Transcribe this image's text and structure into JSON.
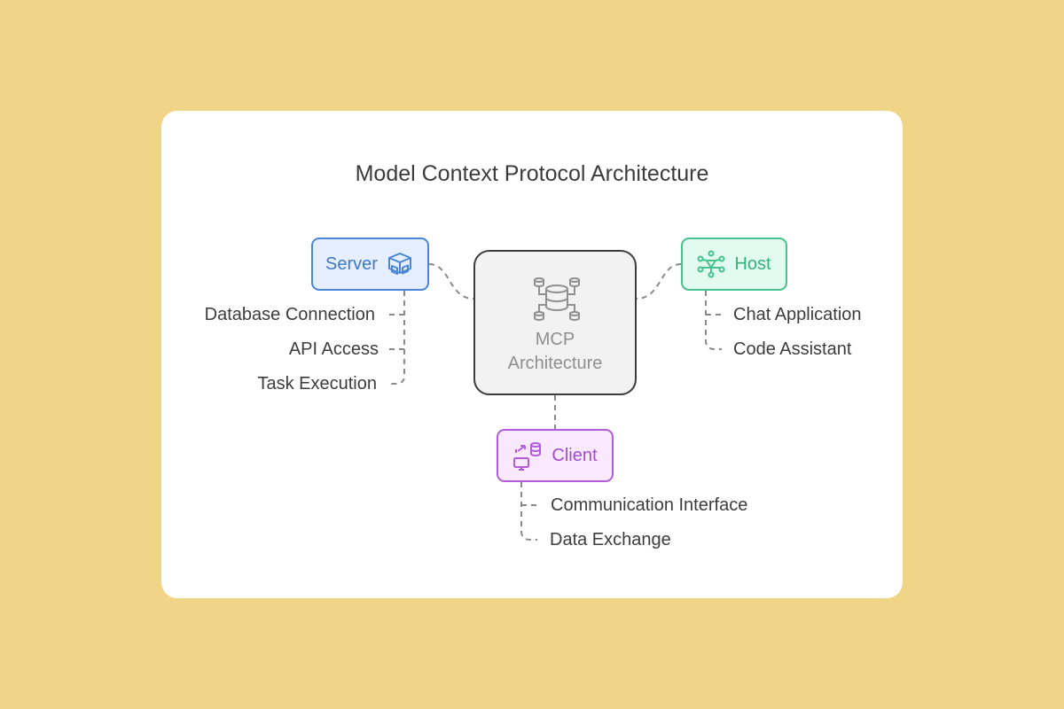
{
  "title": "Model Context Protocol Architecture",
  "center": {
    "label_line1": "MCP",
    "label_line2": "Architecture",
    "icon": "database-network-icon"
  },
  "server": {
    "label": "Server",
    "icon": "cubes-icon",
    "color": "#4a86d8",
    "items": [
      "Database Connection",
      "API Access",
      "Task Execution"
    ]
  },
  "host": {
    "label": "Host",
    "icon": "network-nodes-icon",
    "color": "#47c38f",
    "items": [
      "Chat Application",
      "Code Assistant"
    ]
  },
  "client": {
    "label": "Client",
    "icon": "computer-data-exchange-icon",
    "color": "#b25cdc",
    "items": [
      "Communication Interface",
      "Data Exchange"
    ]
  },
  "colors": {
    "background": "#f0d488",
    "card": "#ffffff",
    "connector": "#8a8a8a"
  }
}
